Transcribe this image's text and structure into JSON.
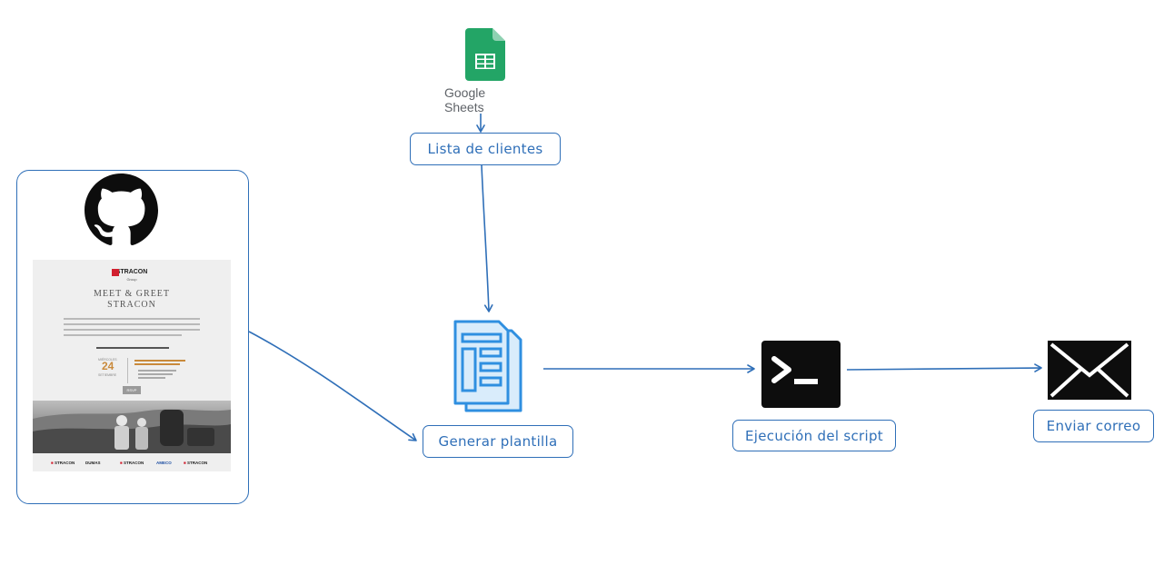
{
  "sources": {
    "google_sheets": {
      "google": "Google",
      "sheets": "Sheets",
      "icon": "google-sheets-icon"
    }
  },
  "nodes": {
    "lista_clientes": "Lista de clientes",
    "generar_plantilla": "Generar plantilla",
    "ejecucion_script": "Ejecución del script",
    "enviar_correo": "Enviar correo"
  },
  "template_card": {
    "icon": "github-icon",
    "email_preview": {
      "brand": "STRACON",
      "brand_sub": "Group",
      "title_line1": "MEET & GREET",
      "title_line2": "STRACON",
      "date_weekday": "MIÉRCOLES",
      "date_day": "24",
      "date_month": "SETIEMBRE",
      "rsvp": "RSVP",
      "footer_logos": [
        "STRACON",
        "DUMAS",
        "STRACON",
        "AMECO",
        "STRACON"
      ]
    }
  },
  "colors": {
    "stroke": "#2f6fb8",
    "icon_blue": "#2f8fe0",
    "sheets_green": "#23a566",
    "dark": "#0d0d0d"
  }
}
